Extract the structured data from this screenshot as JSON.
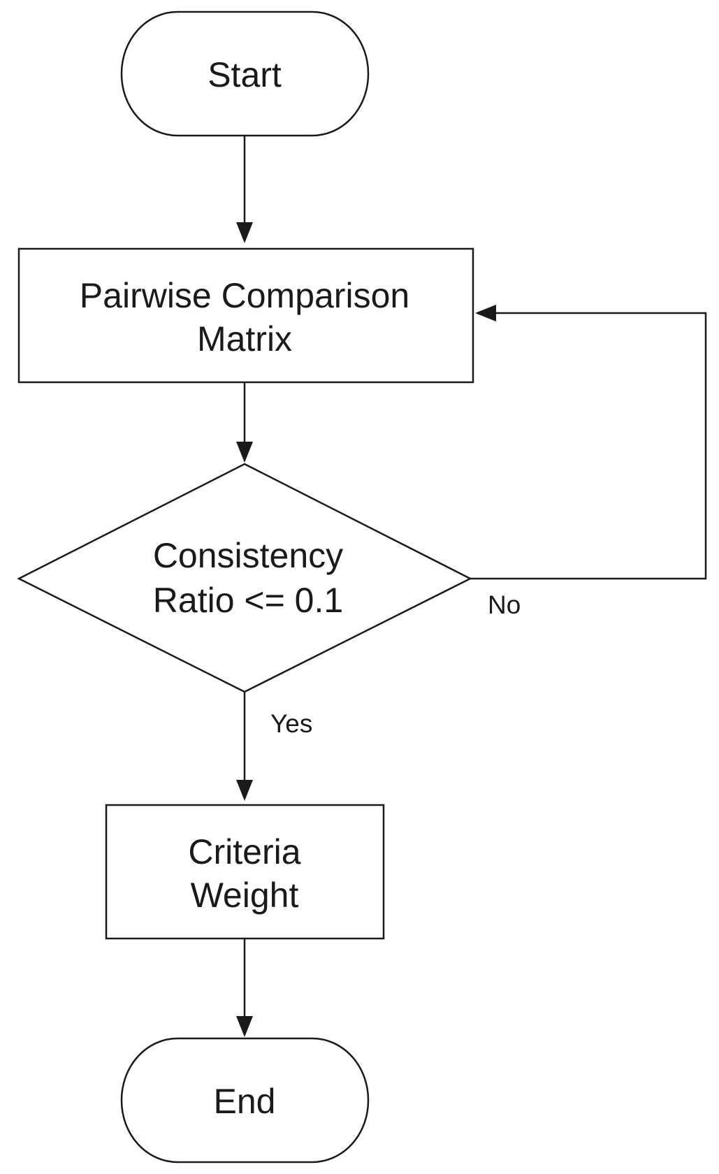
{
  "nodes": {
    "start": {
      "label": "Start",
      "shape": "terminal"
    },
    "matrix": {
      "line1": "Pairwise Comparison",
      "line2": "Matrix",
      "shape": "process"
    },
    "decision": {
      "line1": "Consistency",
      "line2": "Ratio <= 0.1",
      "shape": "decision"
    },
    "weight": {
      "line1": "Criteria",
      "line2": "Weight",
      "shape": "process"
    },
    "end": {
      "label": "End",
      "shape": "terminal"
    }
  },
  "edges": {
    "yes_label": "Yes",
    "no_label": "No"
  },
  "colors": {
    "stroke": "#1a1a1a",
    "fill": "#ffffff",
    "background": "#ffffff"
  }
}
